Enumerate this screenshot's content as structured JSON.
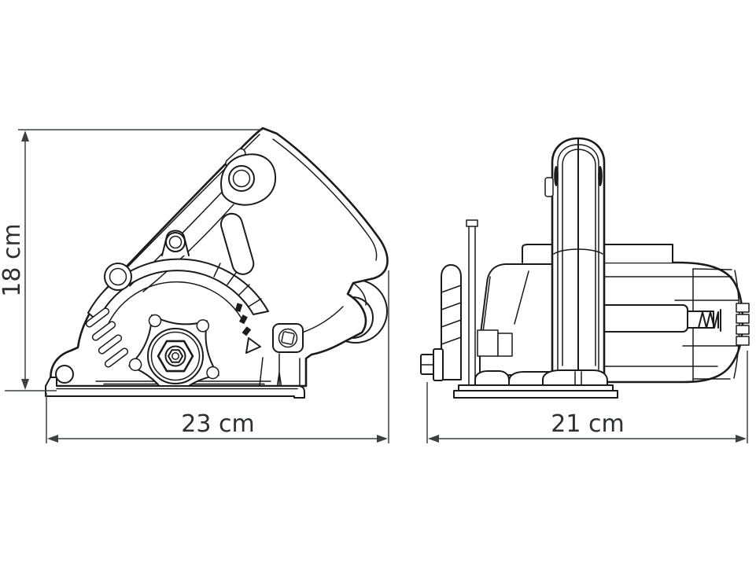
{
  "diagram": {
    "background_color": "#ffffff",
    "stroke_color": "#1b1b1b",
    "dimension_color": "#3d4043",
    "text_color": "#2c2f33",
    "dimensions": {
      "height_label": "18 cm",
      "width_label": "23 cm",
      "depth_label": "21 cm"
    }
  }
}
